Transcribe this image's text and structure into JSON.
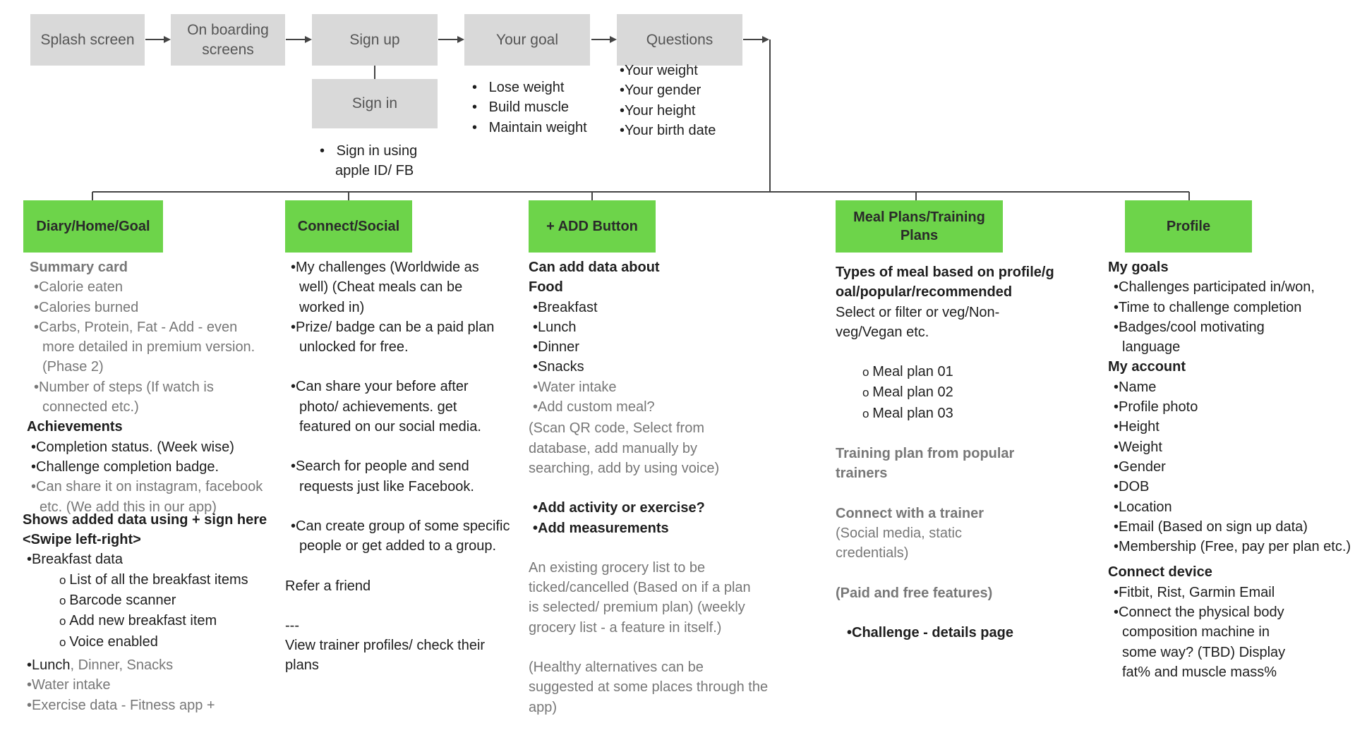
{
  "flow": {
    "splash": "Splash screen",
    "onboarding": "On boarding screens",
    "signup": "Sign up",
    "signin": "Sign in",
    "goal": "Your goal",
    "questions": "Questions"
  },
  "signin_note": "Sign in using apple ID/ FB",
  "goal_options": [
    "Lose weight",
    "Build muscle",
    "Maintain weight"
  ],
  "question_items": [
    "Your weight",
    "Your gender",
    "Your height",
    "Your birth date"
  ],
  "sections": {
    "diary": {
      "title": "Diary/Home/Goal",
      "summary_title": "Summary card",
      "summary_items": [
        "Calorie eaten",
        "Calories burned",
        "Carbs, Protein, Fat - Add - even more detailed in premium version. (Phase 2)",
        "Number of steps (If watch is connected etc.)"
      ],
      "achievements_title": "Achievements",
      "achievements_items": [
        "Completion status. (Week wise)",
        "Challenge completion badge.",
        "Can share it on instagram, facebook etc. (We add this in our app)"
      ],
      "shows_title": "Shows added data using + sign here <Swipe left-right>",
      "breakfast": "Breakfast data",
      "breakfast_items": [
        "List of all the breakfast items",
        "Barcode scanner",
        "Add new breakfast item",
        "Voice enabled"
      ],
      "lunch_bold": "Lunch",
      "lunch_rest": ", Dinner, Snacks",
      "water": "Water intake",
      "exercise": "Exercise data - Fitness app +"
    },
    "connect": {
      "title": "Connect/Social",
      "items": [
        "My challenges (Worldwide as well) (Cheat meals can be worked in)",
        "Prize/ badge can be a paid plan unlocked for free.",
        "Can share your before after photo/ achievements. get featured on our social media.",
        "Search for people and send requests just like Facebook.",
        "Can create group of some specific people or get added to a group."
      ],
      "refer": "Refer a friend",
      "dashes": "---",
      "view": "View trainer profiles/ check their plans"
    },
    "add": {
      "title": "+ ADD Button",
      "heading": "Can add data about Food",
      "food_items": [
        "Breakfast",
        "Lunch",
        "Dinner",
        "Snacks"
      ],
      "extra_items": [
        "Water intake",
        "Add custom meal?"
      ],
      "scan_note": "(Scan QR code,  Select from database, add manually by searching, add by using voice)",
      "activity": "Add activity or exercise?",
      "measurements": "Add measurements",
      "grocery": "An existing grocery list to be ticked/cancelled (Based on if a plan is selected/ premium plan) (weekly grocery list - a feature in itself.)",
      "healthy": "(Healthy alternatives can be suggested at some places through the app)"
    },
    "meal": {
      "title": "Meal Plans/Training Plans",
      "types_heading": "Types of meal based on profile/goal/popular/recommended",
      "filter": "Select or filter or veg/Non-veg/Vegan etc.",
      "plans": [
        "Meal plan 01",
        "Meal plan 02",
        "Meal plan 03"
      ],
      "training": "Training plan from popular trainers",
      "connect_trainer": "Connect with a trainer",
      "social_note": "(Social media, static credentials)",
      "paid_free": "(Paid and free features)",
      "challenge": "Challenge - details page"
    },
    "profile": {
      "title": "Profile",
      "goals_title": "My goals",
      "goals_items": [
        "Challenges participated in/won,",
        "Time to challenge completion",
        "Badges/cool motivating language"
      ],
      "account_title": "My account",
      "account_items": [
        "Name",
        "Profile photo",
        "Height",
        "Weight",
        "Gender",
        "DOB",
        "Location",
        "Email (Based on sign up data)",
        "Membership (Free, pay per plan etc.)"
      ],
      "device_title": "Connect device",
      "device_items": [
        "Fitbit, Rist, Garmin Email",
        "Connect the physical body composition machine in some way? (TBD) Display fat% and muscle mass%"
      ]
    }
  }
}
